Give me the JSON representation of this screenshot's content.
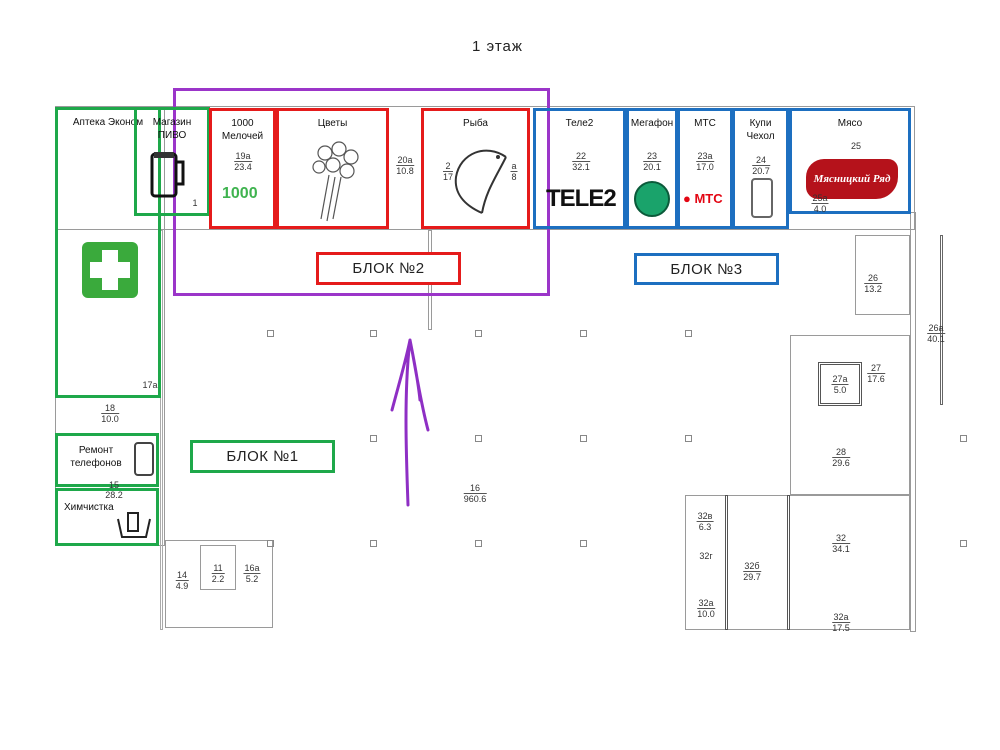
{
  "title": "1 этаж",
  "blocks": {
    "b1": "БЛОК №1",
    "b2": "БЛОК №2",
    "b3": "БЛОК №3"
  },
  "shops": {
    "apteka": "Аптека Эконом",
    "pivo": "Магазин ПИВО",
    "melochi": "1000 Мелочей",
    "cvety": "Цветы",
    "ryba": "Рыба",
    "tele2": "Теле2",
    "megafon": "Мегафон",
    "mts": "МТС",
    "chehol": "Купи Чехол",
    "myaso": "Мясо",
    "remont": "Ремонт телефонов",
    "himchistka": "Химчистка"
  },
  "logos": {
    "melochi": "1000",
    "tele2": "TELE2",
    "mts": "МТС",
    "myaso": "Мясницкий Ряд"
  },
  "rooms": {
    "r19a": {
      "n": "19а",
      "a": "23.4"
    },
    "r20a": {
      "n": "20а",
      "a": "10.8"
    },
    "r21": {
      "n": "2",
      "a": "17"
    },
    "r21b": {
      "n": "а",
      "a": "8"
    },
    "r22": {
      "n": "22",
      "a": "32.1"
    },
    "r23": {
      "n": "23",
      "a": "20.1"
    },
    "r23a": {
      "n": "23а",
      "a": "17.0"
    },
    "r24": {
      "n": "24",
      "a": "20.7"
    },
    "r25": {
      "n": "25"
    },
    "r25a": {
      "n": "25а",
      "a": "4.0"
    },
    "r1": {
      "n": "1"
    },
    "r17a": {
      "n": "17а"
    },
    "r18": {
      "n": "18",
      "a": "10.0"
    },
    "r15": {
      "n": "15",
      "a": "28.2"
    },
    "r16": {
      "n": "16",
      "a": "960.6"
    },
    "r14": {
      "n": "14",
      "a": "4.9"
    },
    "r11": {
      "n": "11",
      "a": "2.2"
    },
    "r16a": {
      "n": "16а",
      "a": "5.2"
    },
    "r26": {
      "n": "26",
      "a": "13.2"
    },
    "r26a": {
      "n": "26а",
      "a": "40.1"
    },
    "r27": {
      "n": "27",
      "a": "17.6"
    },
    "r27a": {
      "n": "27а",
      "a": "5.0"
    },
    "r28": {
      "n": "28",
      "a": "29.6"
    },
    "r32": {
      "n": "32",
      "a": "34.1"
    },
    "r32b": {
      "n": "32б",
      "a": "29.7"
    },
    "r32v": {
      "n": "32в",
      "a": "6.3"
    },
    "r32g": {
      "n": "32г"
    },
    "r32a1": {
      "n": "32а",
      "a": "10.0"
    },
    "r32a2": {
      "n": "32а",
      "a": "17.5"
    }
  },
  "colors": {
    "block1": "#1ea84a",
    "block2": "#e51b1b",
    "block3": "#1d6fc0",
    "highlight": "#9b35c9"
  }
}
